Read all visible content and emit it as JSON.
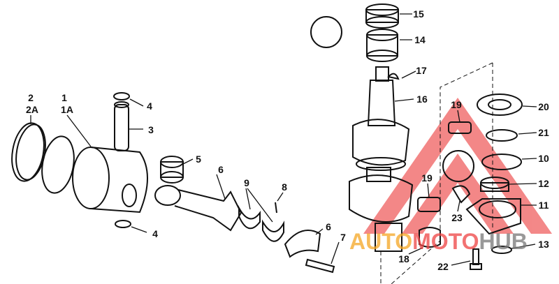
{
  "diagram_title": "",
  "labels": {
    "l15": "15",
    "l14": "14",
    "l17": "17",
    "l16": "16",
    "l2": "2",
    "l2a": "2A",
    "l1": "1",
    "l1a": "1A",
    "l4a": "4",
    "l3": "3",
    "l5": "5",
    "l6a": "6",
    "l9": "9",
    "l8": "8",
    "l19a": "19",
    "l20": "20",
    "l21": "21",
    "l10": "10",
    "l19b": "19",
    "l12": "12",
    "l11": "11",
    "l6b": "6",
    "l7": "7",
    "l23": "23",
    "l13": "13",
    "l18": "18",
    "l22": "22",
    "l4b": "4"
  },
  "watermark": {
    "part1": "AUTO",
    "part2": "MOTO",
    "part3": "HUB",
    "colors": {
      "auto": "#f5a623",
      "moto": "#ee4444",
      "hub": "#777777"
    }
  }
}
